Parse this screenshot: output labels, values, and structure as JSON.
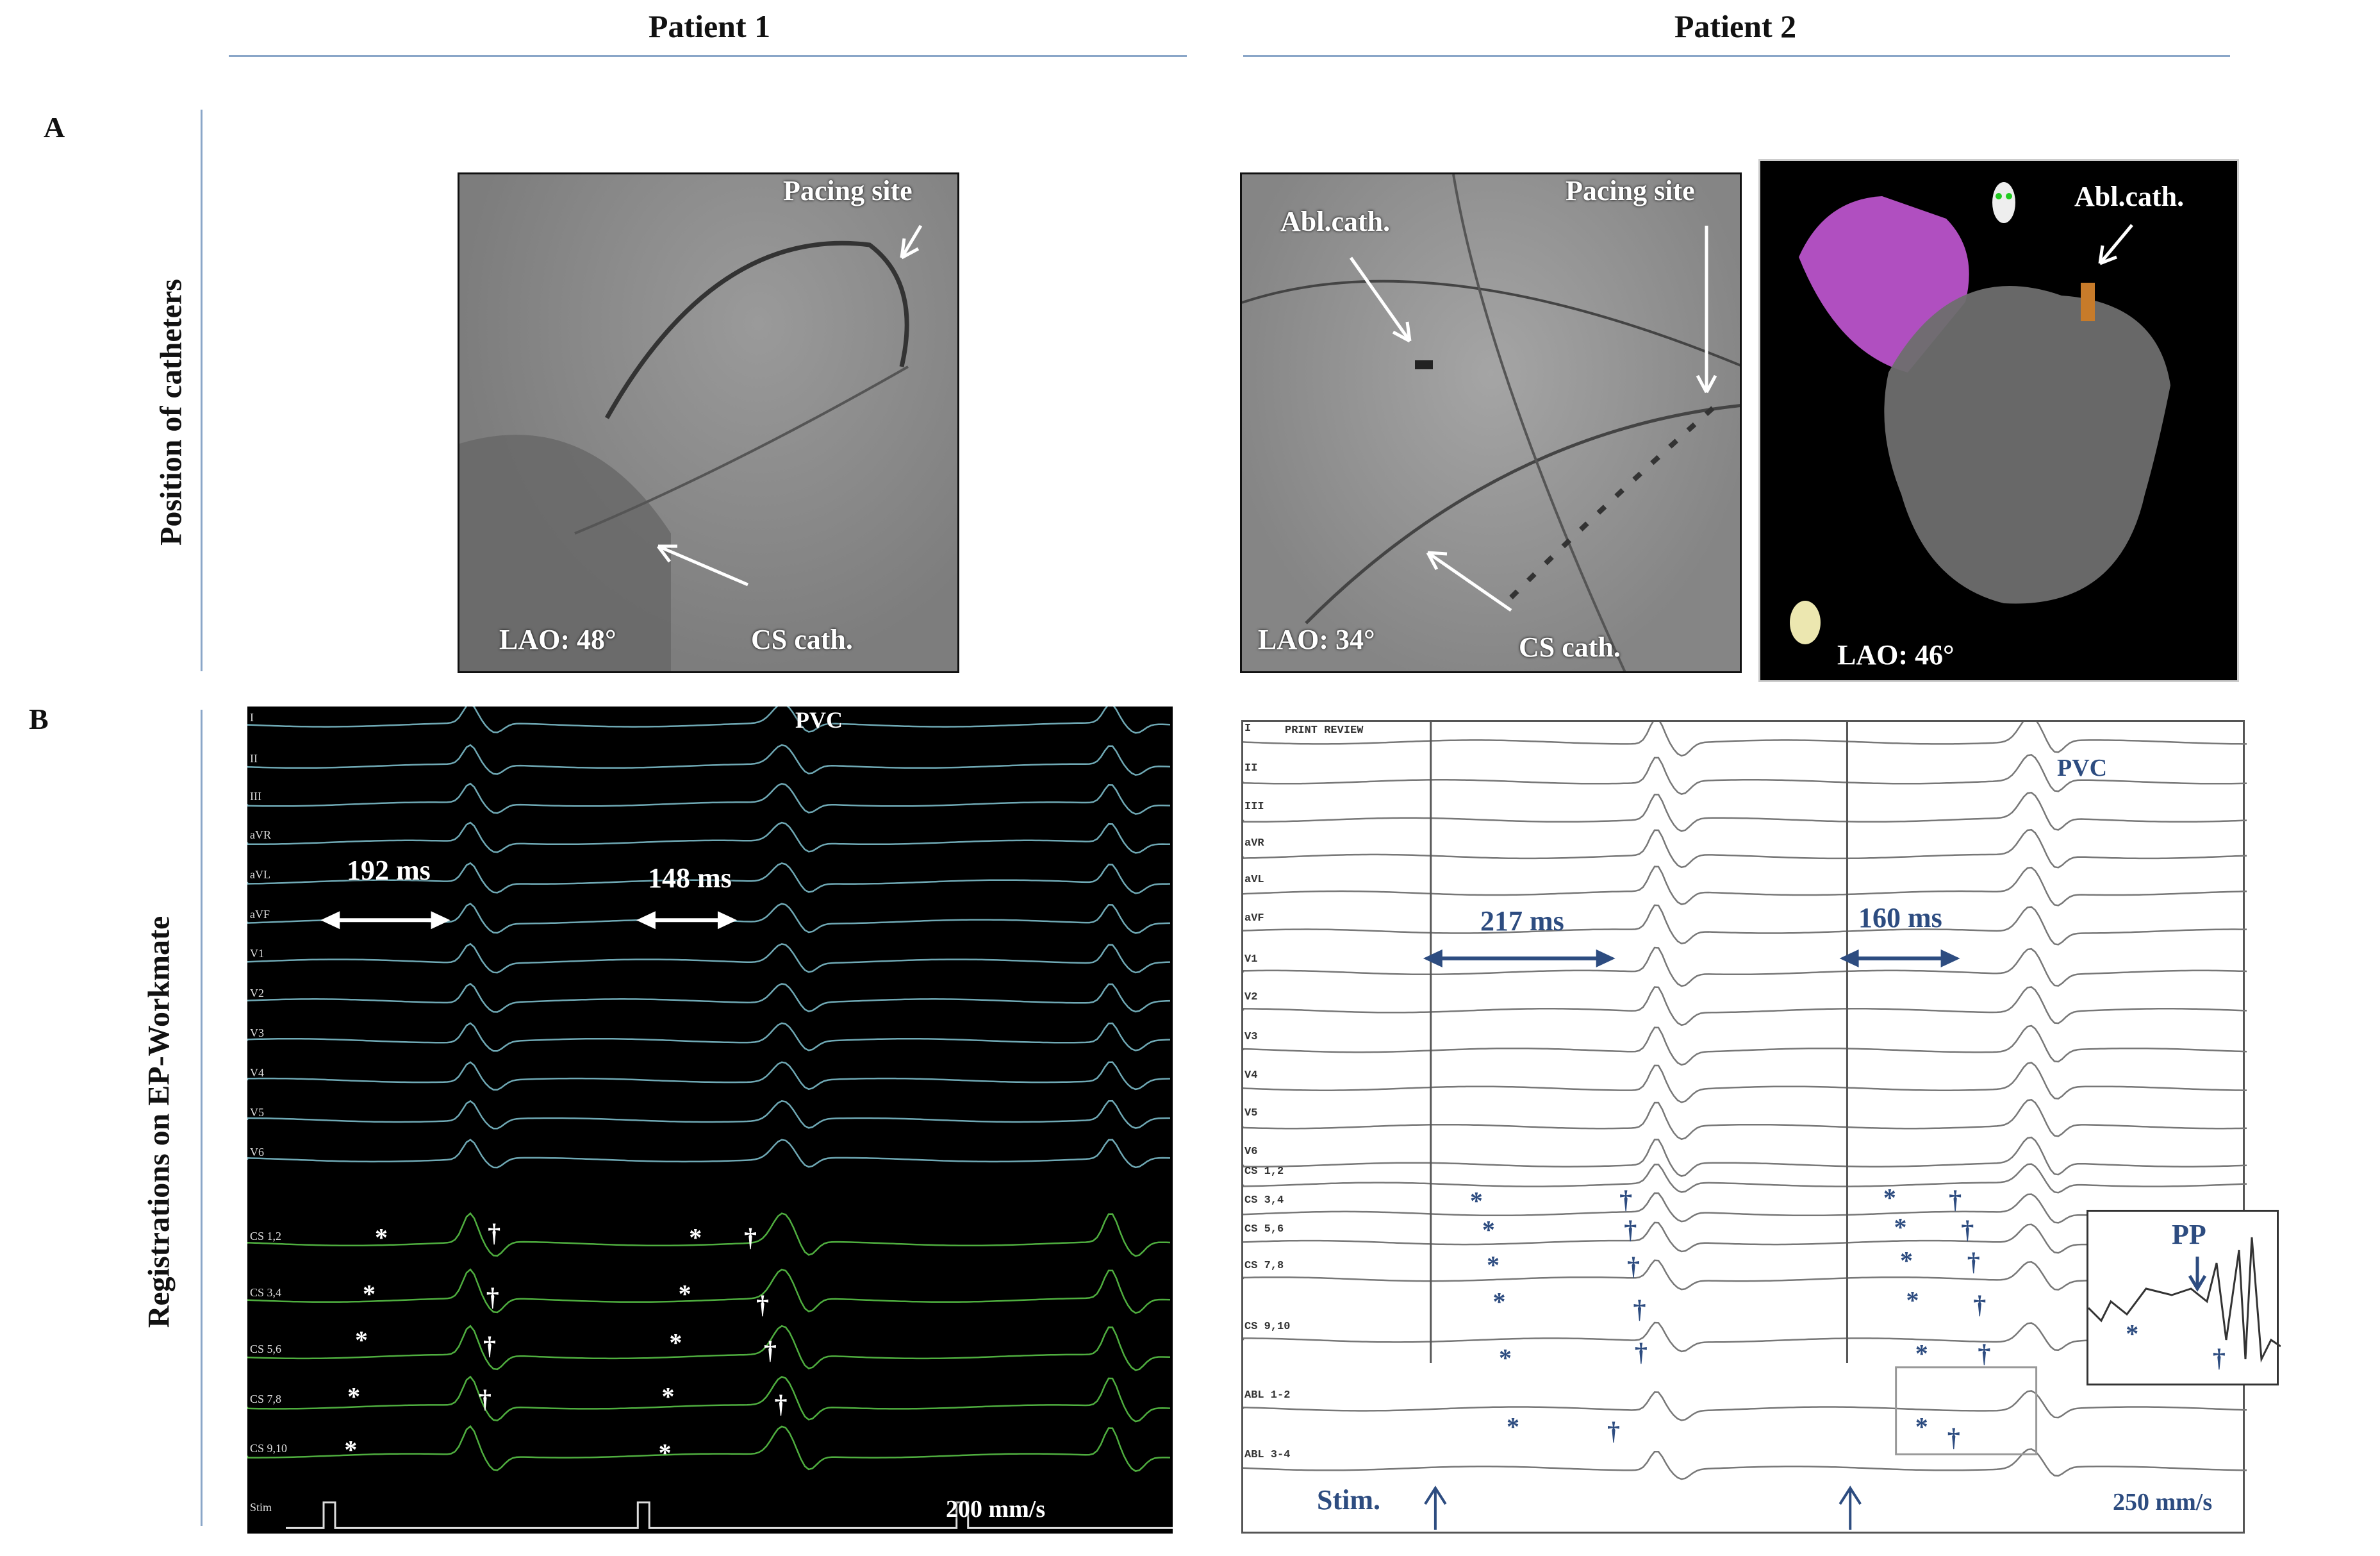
{
  "headers": {
    "patient1": "Patient 1",
    "patient2": "Patient 2"
  },
  "panels": {
    "a_letter": "A",
    "a_title": "Position of catheters",
    "b_letter": "B",
    "b_title": "Registrations on EP-Workmate"
  },
  "patient1_fluoro": {
    "pacing_site": "Pacing site",
    "cs_cath": "CS cath.",
    "view": "LAO: 48°"
  },
  "patient2_fluoro": {
    "abl_cath": "Abl.cath.",
    "pacing_site": "Pacing site",
    "cs_cath": "CS cath.",
    "view": "LAO: 34°"
  },
  "patient2_map": {
    "abl_cath": "Abl.cath.",
    "view": "LAO: 46°",
    "colors": {
      "structure": "#b04fc0",
      "chamber": "#6e6e6e"
    }
  },
  "patient1_ecg": {
    "leads": [
      "I",
      "II",
      "III",
      "aVR",
      "aVL",
      "aVF",
      "V1",
      "V2",
      "V3",
      "V4",
      "V5",
      "V6",
      "CS 1,2",
      "CS 3,4",
      "CS 5,6",
      "CS 7,8",
      "CS 9,10",
      "Stim"
    ],
    "pvc": "PVC",
    "interval1": "192 ms",
    "interval2": "148 ms",
    "speed": "200 mm/s",
    "colors": {
      "background": "#000000",
      "surface_trace": "#6fa9b5",
      "cs_trace": "#4fae3f"
    }
  },
  "patient2_ecg": {
    "leads": [
      "I",
      "II",
      "III",
      "aVR",
      "aVL",
      "aVF",
      "V1",
      "V2",
      "V3",
      "V4",
      "V5",
      "V6",
      "CS 1,2",
      "CS 3,4",
      "CS 5,6",
      "CS 7,8",
      "CS 9,10",
      "ABL 1-2",
      "ABL 3-4"
    ],
    "header_text": "PRINT REVIEW",
    "pvc": "PVC",
    "interval1": "217 ms",
    "interval2": "160 ms",
    "stim": "Stim.",
    "speed": "250 mm/s",
    "inset_label": "PP",
    "colors": {
      "annotation": "#2d4c80"
    }
  },
  "markers": {
    "asterisk": "*",
    "dagger": "†"
  }
}
